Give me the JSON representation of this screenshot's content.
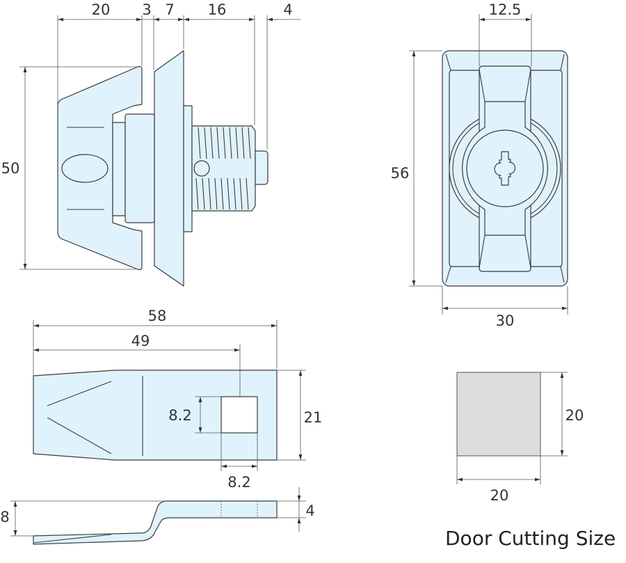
{
  "dimensions": {
    "side_view": {
      "knob": "20",
      "gap": "3",
      "flange": "7",
      "barrel": "16",
      "cam_stub": "4",
      "height": "50"
    },
    "front_view": {
      "key_width": "12.5",
      "height": "56",
      "width": "30"
    },
    "cam_plate": {
      "length_total": "58",
      "to_hole": "49",
      "hole_height": "8.2",
      "hole_width": "8.2",
      "width": "21"
    },
    "cam_side": {
      "offset": "8",
      "thickness": "4"
    },
    "door_cut": {
      "height": "20",
      "width": "20"
    }
  },
  "caption": "Door Cutting Size",
  "colors": {
    "part_fill": "#e0f3fc",
    "cutout_fill": "#dcdcdc",
    "line": "#3a3a3a"
  }
}
